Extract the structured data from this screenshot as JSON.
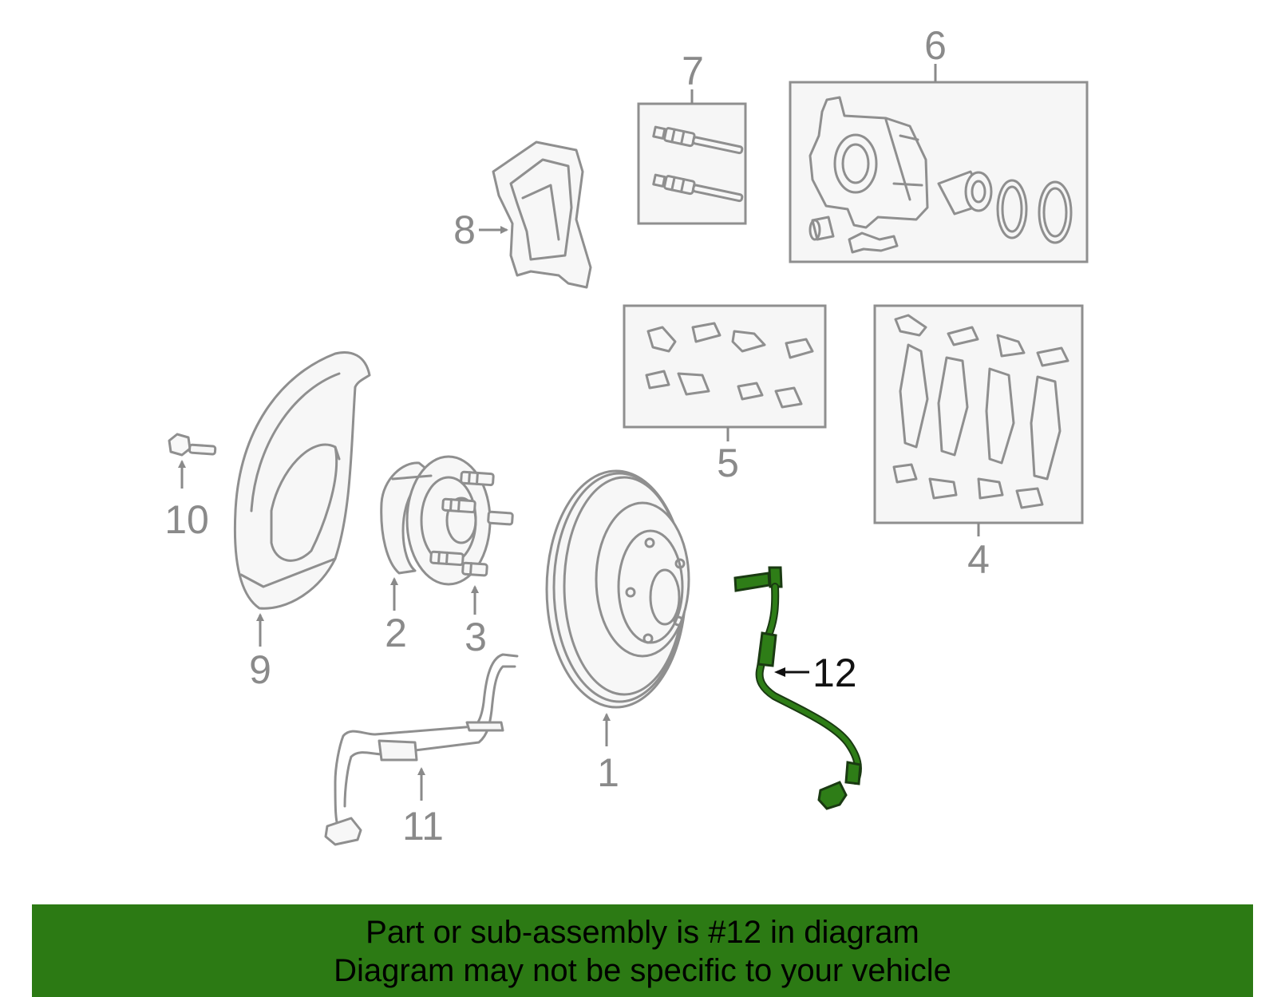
{
  "callouts": {
    "c1": "1",
    "c2": "2",
    "c3": "3",
    "c4": "4",
    "c5": "5",
    "c6": "6",
    "c7": "7",
    "c8": "8",
    "c9": "9",
    "c10": "10",
    "c11": "11",
    "c12": "12"
  },
  "banner": {
    "line1": "Part or sub-assembly is #12 in diagram",
    "line2": "Diagram may not be specific to your vehicle"
  },
  "colors": {
    "highlight": "#2e7d17",
    "banner": "#2c7a14",
    "parts": "#8f8f8f"
  }
}
